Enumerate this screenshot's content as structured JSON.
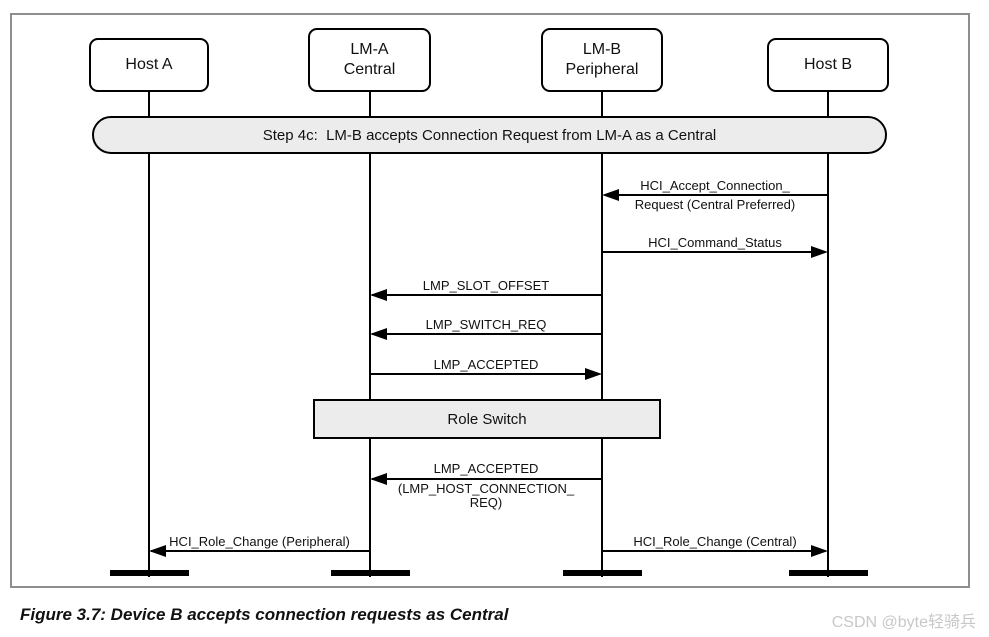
{
  "diagram": {
    "lifelines": [
      {
        "id": "host-a",
        "label": "Host A",
        "sublabel": ""
      },
      {
        "id": "lm-a",
        "label": "LM-A",
        "sublabel": "Central"
      },
      {
        "id": "lm-b",
        "label": "LM-B",
        "sublabel": "Peripheral"
      },
      {
        "id": "host-b",
        "label": "Host B",
        "sublabel": ""
      }
    ],
    "banner": {
      "text": "Step 4c:  LM-B accepts Connection Request from LM-A as a Central"
    },
    "messages": [
      {
        "name": "hci-accept-connection-request",
        "from": "Host B",
        "to": "LM-B",
        "direction": "left",
        "label": "HCI_Accept_Connection_",
        "label_line2": "Request (Central Preferred)"
      },
      {
        "name": "hci-command-status",
        "from": "LM-B",
        "to": "Host B",
        "direction": "right",
        "label": "HCI_Command_Status"
      },
      {
        "name": "lmp-slot-offset",
        "from": "LM-B",
        "to": "LM-A",
        "direction": "left",
        "label": "LMP_SLOT_OFFSET"
      },
      {
        "name": "lmp-switch-req",
        "from": "LM-B",
        "to": "LM-A",
        "direction": "left",
        "label": "LMP_SWITCH_REQ"
      },
      {
        "name": "lmp-accepted",
        "from": "LM-A",
        "to": "LM-B",
        "direction": "right",
        "label": "LMP_ACCEPTED"
      },
      {
        "name": "lmp-accepted-host-connection-req",
        "from": "LM-B",
        "to": "LM-A",
        "direction": "left",
        "label": "LMP_ACCEPTED",
        "label_line2": "(LMP_HOST_CONNECTION_",
        "label_line3": "REQ)"
      },
      {
        "name": "hci-role-change-peripheral",
        "from": "LM-A",
        "to": "Host A",
        "direction": "left",
        "label": "HCI_Role_Change (Peripheral)"
      },
      {
        "name": "hci-role-change-central",
        "from": "LM-B",
        "to": "Host B",
        "direction": "right",
        "label": "HCI_Role_Change (Central)"
      }
    ],
    "role_switch": {
      "label": "Role Switch"
    },
    "caption": "Figure 3.7: Device B accepts connection requests as Central",
    "watermark": "CSDN @byte轻骑兵",
    "colors": {
      "box_fill": "#ececec",
      "line": "#000000",
      "frame": "#8e8e8e",
      "watermark": "#c8c8c8"
    }
  }
}
